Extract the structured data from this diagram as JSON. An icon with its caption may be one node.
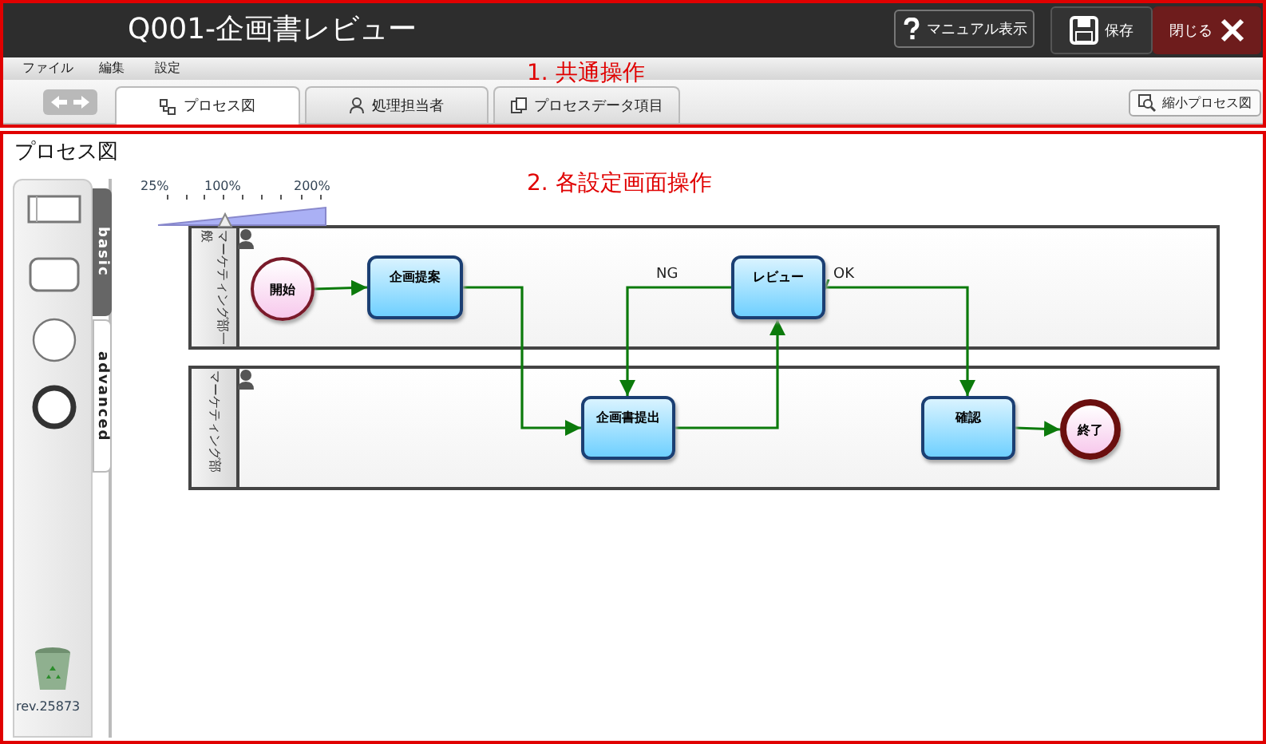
{
  "diagram": {
    "nodes": [
      {
        "text": [
          "1. 共通操作"
        ]
      },
      {
        "text": [
          "2. 各設定画面操作"
        ]
      },
      {
        "text": [
          "マーケティング部一般"
        ],
        "in": 1
      },
      {
        "text": [
          "マーケティング部"
        ],
        "in": 1
      },
      {
        "text": [
          "開始"
        ],
        "in": 2
      },
      {
        "text": [
          "企画提案"
        ],
        "in": 2
      },
      {
        "text": [
          "レビュー"
        ],
        "in": 2
      },
      {
        "text": [
          "企画書提出"
        ],
        "in": 3
      },
      {
        "text": [
          "確認"
        ],
        "in": 3
      },
      {
        "text": [
          "終了"
        ],
        "in": 3
      }
    ],
    "edges": [
      {
        "from": 4,
        "to": 5,
        "arrow": "to"
      },
      {
        "from": 5,
        "to": 7,
        "arrow": "to"
      },
      {
        "from": 7,
        "to": 6,
        "arrow": "to"
      },
      {
        "from": 6,
        "to": 7,
        "arrow": "to",
        "label": "NG"
      },
      {
        "from": 6,
        "to": 8,
        "arrow": "to",
        "label": "OK"
      },
      {
        "from": 8,
        "to": 9,
        "arrow": "to"
      }
    ],
    "labels": [
      "Q001-企画書レビュー",
      "マニュアル表示",
      "保存",
      "閉じる",
      "ファイル",
      "編集",
      "設定",
      "プロセス図",
      "処理担当者",
      "プロセスデータ項目",
      "縮小プロセス図",
      "プロセス図",
      "25%",
      "100%",
      "200%",
      "basic",
      "advanced",
      "rev.25873"
    ]
  }
}
